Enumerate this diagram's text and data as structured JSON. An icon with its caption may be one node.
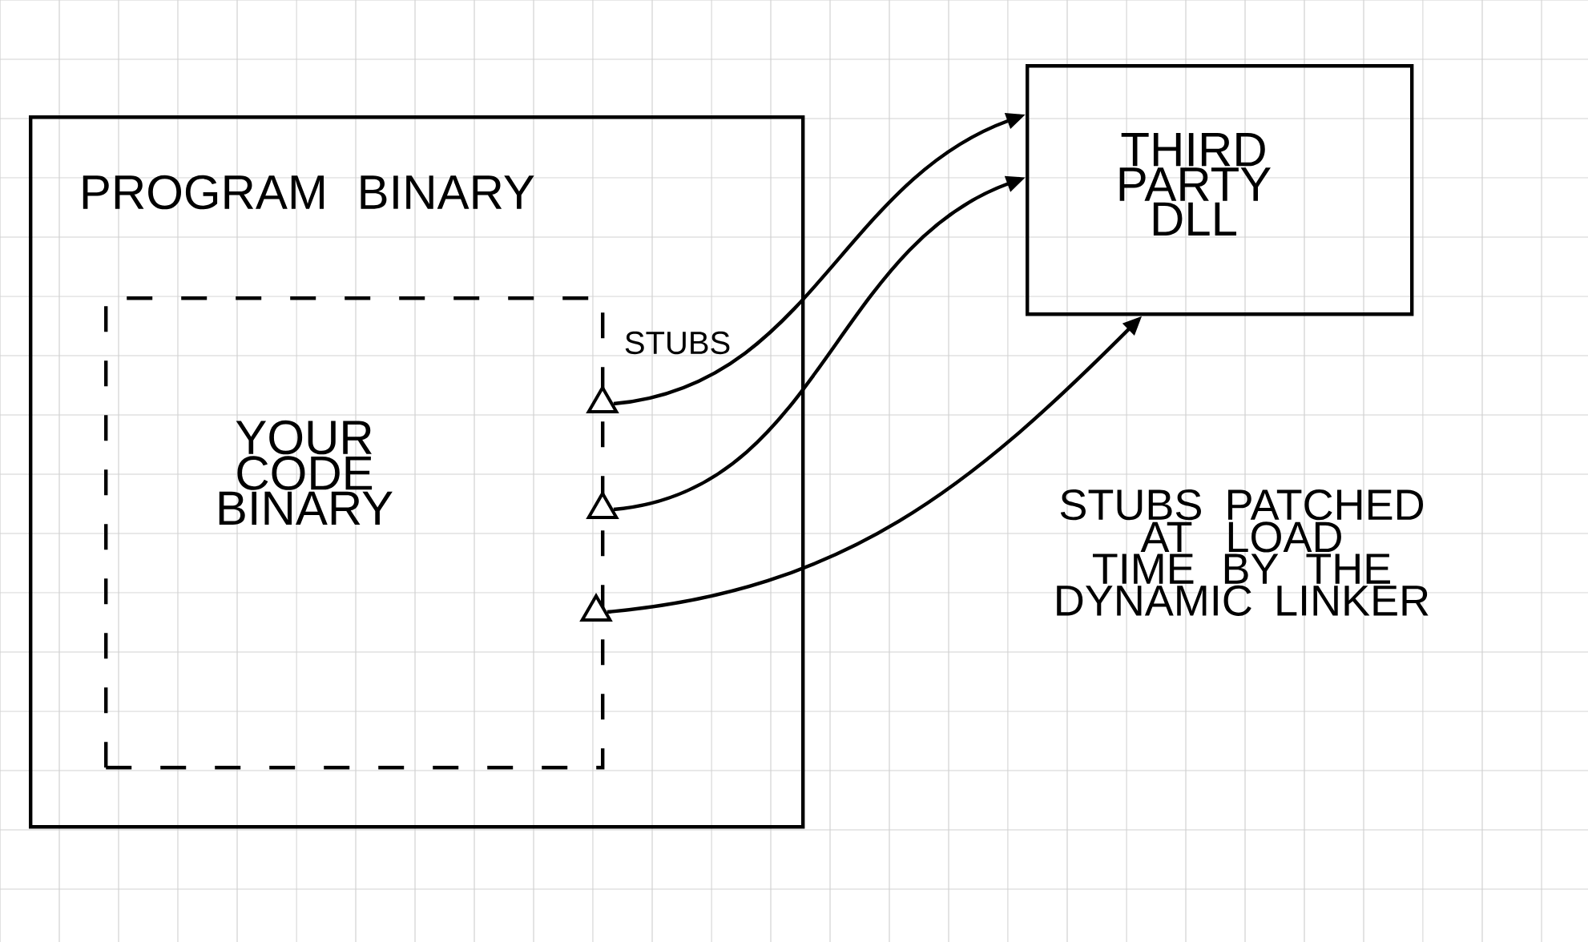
{
  "diagram": {
    "nodes": [
      {
        "text": [
          "PROGRAM BINARY"
        ]
      },
      {
        "text": [
          "YOUR CODE BINARY"
        ],
        "in": 0
      },
      {
        "text": [],
        "shape": "triangle",
        "in": 0
      },
      {
        "text": [],
        "shape": "triangle",
        "in": 0
      },
      {
        "text": [],
        "shape": "triangle",
        "in": 0
      },
      {
        "text": [
          "THIRD PARTY DLL"
        ]
      }
    ],
    "edges": [
      {
        "from": 2,
        "to": 5,
        "arrow": "to"
      },
      {
        "from": 3,
        "to": 5,
        "arrow": "to"
      },
      {
        "from": 4,
        "to": 5,
        "arrow": "to"
      }
    ],
    "labels": [
      "STUBS",
      "STUBS PATCHED AT LOAD TIME BY THE DYNAMIC LINKER"
    ]
  }
}
